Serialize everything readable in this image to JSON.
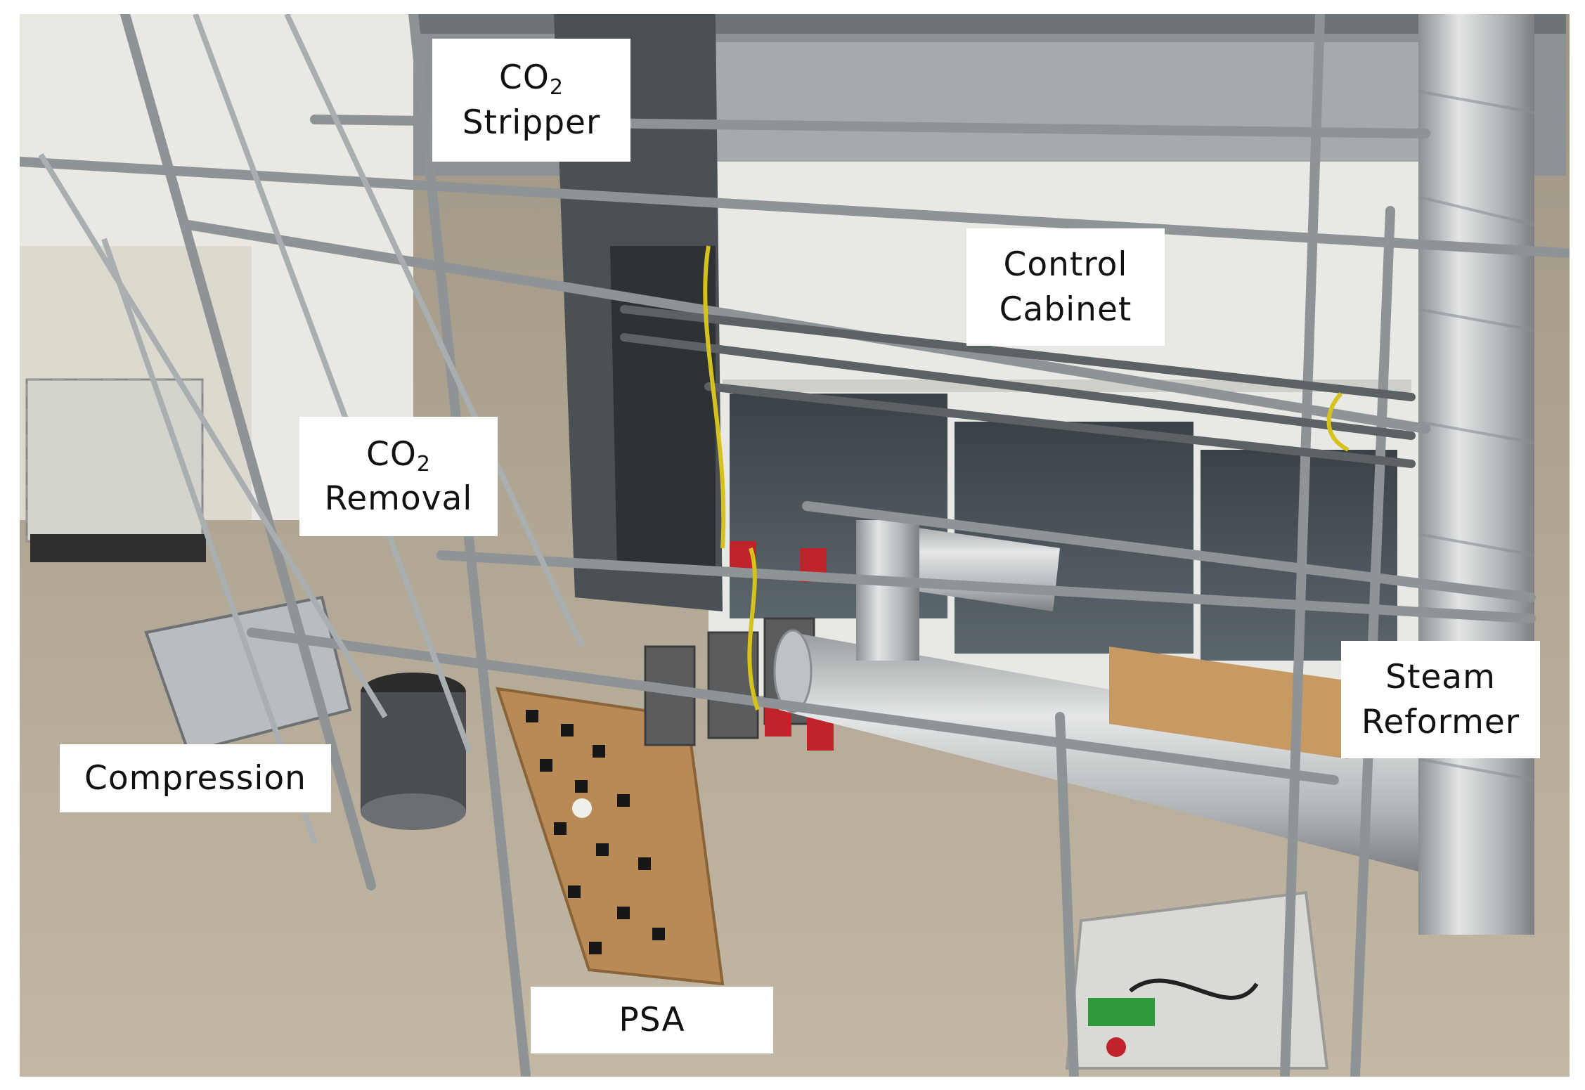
{
  "labels": {
    "co2_stripper": {
      "line1_main": "CO",
      "line1_sub": "2",
      "line2": "Stripper"
    },
    "control_cabinet": {
      "line1": "Control",
      "line2": "Cabinet"
    },
    "co2_removal": {
      "line1_main": "CO",
      "line1_sub": "2",
      "line2": "Removal"
    },
    "compression": {
      "line1": "Compression"
    },
    "steam_reformer": {
      "line1": "Steam",
      "line2": "Reformer"
    },
    "psa": {
      "line1": "PSA"
    }
  },
  "colors": {
    "floor": "#b5ab98",
    "wall": "#d9d8d2",
    "steel": "#7d8285",
    "insulation": "#c9cbcc",
    "board": "#b88a55",
    "valve": "#c0242b",
    "label_bg": "#ffffff"
  }
}
